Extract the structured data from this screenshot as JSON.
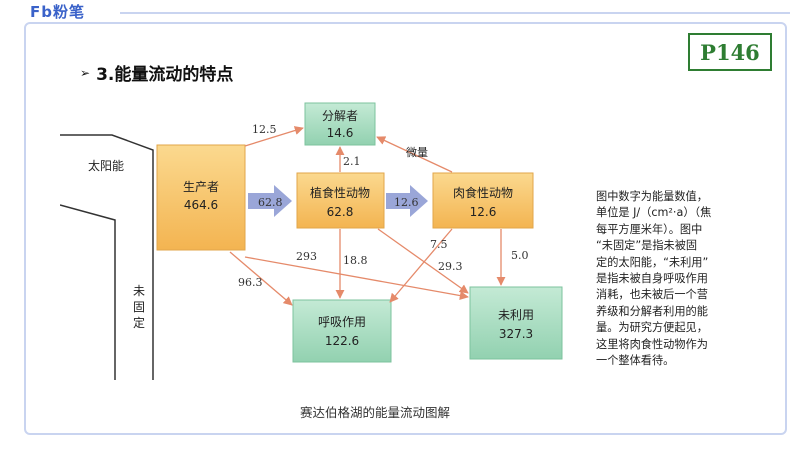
{
  "brand": {
    "logo_text": "Fb粉笔"
  },
  "page_badge": "P146",
  "section_title": "3.能量流动的特点",
  "diagram": {
    "sun_label": "太阳能",
    "unfixed_label": "未固定",
    "nodes": {
      "producer": {
        "name": "生产者",
        "value": "464.6"
      },
      "herbivore": {
        "name": "植食性动物",
        "value": "62.8"
      },
      "carnivore": {
        "name": "肉食性动物",
        "value": "12.6"
      },
      "decomposer": {
        "name": "分解者",
        "value": "14.6"
      },
      "respiration": {
        "name": "呼吸作用",
        "value": "122.6"
      },
      "unused": {
        "name": "未利用",
        "value": "327.3"
      }
    },
    "flows": {
      "producer_to_herbivore": "62.8",
      "herbivore_to_carnivore": "12.6",
      "producer_to_decomposer": "12.5",
      "herbivore_to_decomposer": "2.1",
      "carnivore_to_decomposer": "微量",
      "producer_to_unused": "293",
      "producer_to_respiration": "96.3",
      "herbivore_to_respiration": "18.8",
      "herbivore_to_unused": "29.3",
      "carnivore_to_respiration": "7.5",
      "carnivore_to_unused": "5.0"
    },
    "caption": "赛达伯格湖的能量流动图解"
  },
  "note_lines": [
    "图中数字为能量数值，",
    "单位是 J/（cm²·a）（焦",
    "每平方厘米年）。图中",
    "“未固定”是指未被固",
    "定的太阳能，“未利用”",
    "是指未被自身呼吸作用",
    "消耗，也未被后一个营",
    "养级和分解者利用的能",
    "量。为研究方便起见，",
    "这里将肉食性动物作为",
    "一个整体看待。"
  ],
  "colors": {
    "orange_box": "#f6c26a",
    "green_box": "#a8dcc0",
    "arrow": "#e58a6a",
    "big_arrow": "#9aa6d8",
    "badge": "#2e7d32"
  }
}
